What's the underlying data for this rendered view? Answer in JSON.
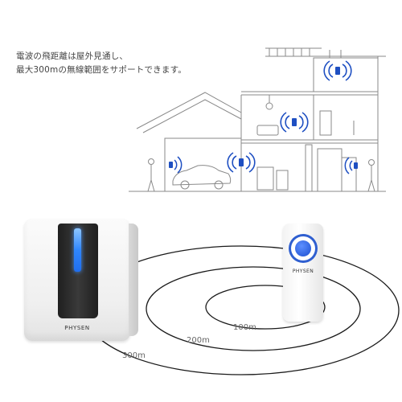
{
  "headline": {
    "line1": "電波の飛距離は屋外見通し、",
    "line2": "最大300mの無線範囲をサポートできます。"
  },
  "distance_labels": [
    "100m",
    "200m",
    "300m"
  ],
  "receiver": {
    "brand": "PHYSEN"
  },
  "push_button": {
    "brand": "PHYSEN"
  },
  "colors": {
    "signal": "#1e4fc2",
    "led": "#2f86ff",
    "line_art": "#8a8a8a",
    "ring": "#1a1a1a"
  }
}
